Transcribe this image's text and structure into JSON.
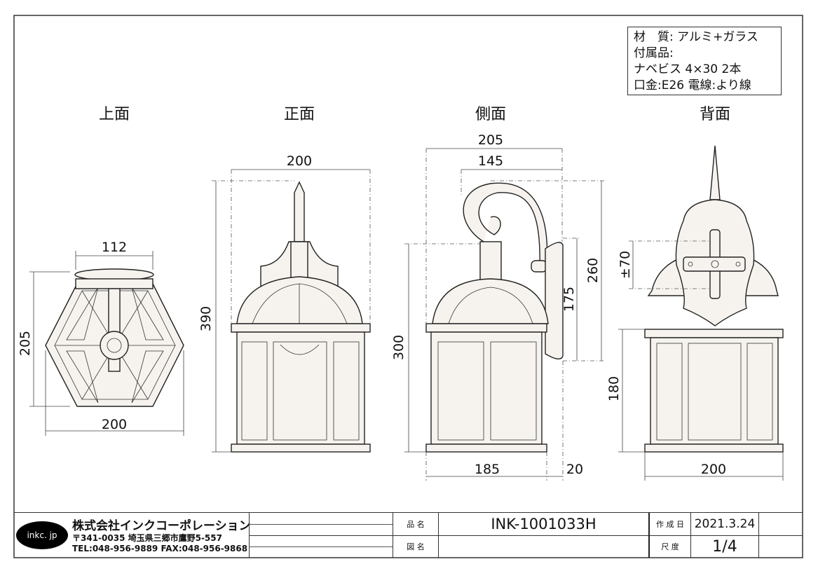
{
  "views": {
    "top": "上面",
    "front": "正面",
    "side": "側面",
    "back": "背面"
  },
  "spec": {
    "line1": "材　質: アルミ+ガラス",
    "line2": "付属品:",
    "line3": "ナベビス 4×30  2本",
    "line4": "口金:E26  電線:より線"
  },
  "dimensions": {
    "top_cap_width": "112",
    "top_depth": "205",
    "top_width": "200",
    "front_width": "200",
    "front_height": "390",
    "side_depth": "205",
    "side_arm": "145",
    "side_height_260": "260",
    "side_height_175": "175",
    "side_height_300": "300",
    "side_body": "185",
    "side_plate": "20",
    "back_mount": "±70",
    "back_height": "180",
    "back_width": "200"
  },
  "title_block": {
    "logo": "inkc. jp",
    "company": "株式会社インクコーポレーション",
    "address": "〒341-0035 埼玉県三郷市鷹野5-557",
    "phone": "TEL:048-956-9889  FAX:048-956-9868",
    "product_label": "品 名",
    "product_value": "INK-1001033H",
    "drawing_label": "図 名",
    "drawing_value": "",
    "date_label": "作 成 日",
    "date_value": "2021.3.24",
    "scale_label": "尺 度",
    "scale_value": "1/4"
  }
}
